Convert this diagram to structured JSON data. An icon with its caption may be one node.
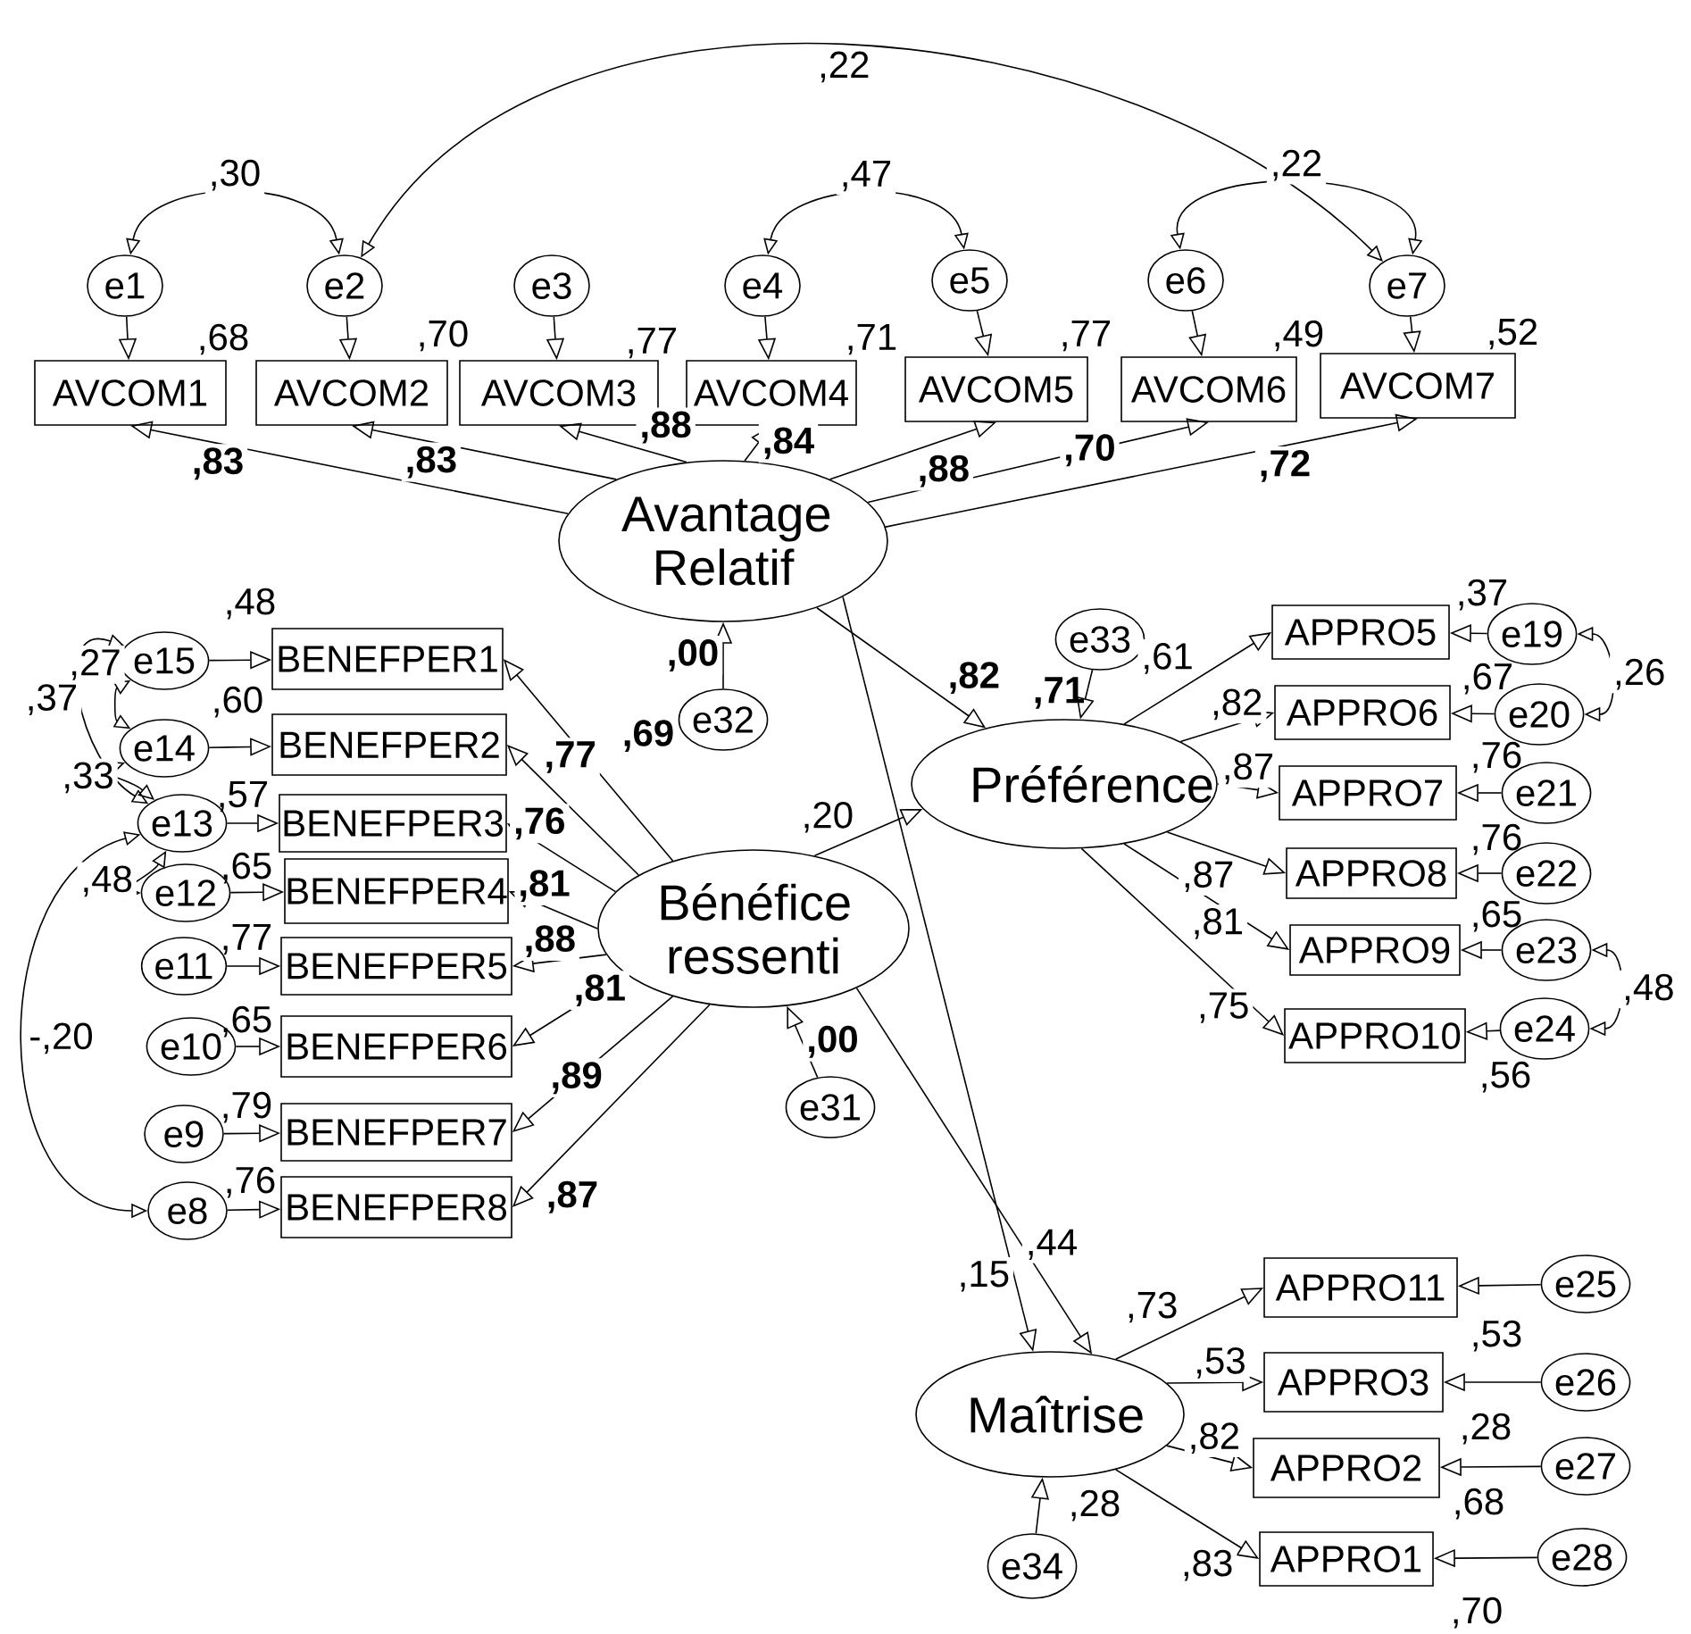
{
  "diagram": {
    "nodes": [
      {
        "text": [
          "e1"
        ]
      },
      {
        "text": [
          "e2"
        ]
      },
      {
        "text": [
          "e3"
        ]
      },
      {
        "text": [
          "e4"
        ]
      },
      {
        "text": [
          "e5"
        ]
      },
      {
        "text": [
          "e6"
        ]
      },
      {
        "text": [
          "e7"
        ]
      },
      {
        "text": [
          "AVCOM1"
        ],
        "beside": [
          ",68"
        ]
      },
      {
        "text": [
          "AVCOM2"
        ],
        "beside": [
          ",70"
        ]
      },
      {
        "text": [
          "AVCOM3"
        ],
        "beside": [
          ",77"
        ]
      },
      {
        "text": [
          "AVCOM4"
        ],
        "beside": [
          ",71"
        ]
      },
      {
        "text": [
          "AVCOM5"
        ],
        "beside": [
          ",77"
        ]
      },
      {
        "text": [
          "AVCOM6"
        ],
        "beside": [
          ",49"
        ]
      },
      {
        "text": [
          "AVCOM7"
        ],
        "beside": [
          ",52"
        ]
      },
      {
        "text": [
          "Avantage Relatif"
        ]
      },
      {
        "text": [
          "e15"
        ]
      },
      {
        "text": [
          "BENEFPER1"
        ],
        "beside": [
          ",48"
        ]
      },
      {
        "text": [
          "e14"
        ]
      },
      {
        "text": [
          "BENEFPER2"
        ],
        "beside": [
          ",60"
        ]
      },
      {
        "text": [
          "e13"
        ]
      },
      {
        "text": [
          "BENEFPER3"
        ],
        "beside": [
          ",57"
        ]
      },
      {
        "text": [
          "e12"
        ]
      },
      {
        "text": [
          "BENEFPER4"
        ],
        "beside": [
          ",65"
        ]
      },
      {
        "text": [
          "e11"
        ]
      },
      {
        "text": [
          "BENEFPER5"
        ],
        "beside": [
          ",77"
        ]
      },
      {
        "text": [
          "e10"
        ]
      },
      {
        "text": [
          "BENEFPER6"
        ],
        "beside": [
          ",65"
        ]
      },
      {
        "text": [
          "e9"
        ]
      },
      {
        "text": [
          "BENEFPER7"
        ],
        "beside": [
          ",79"
        ]
      },
      {
        "text": [
          "e8"
        ]
      },
      {
        "text": [
          "BENEFPER8"
        ],
        "beside": [
          ",76"
        ]
      },
      {
        "text": [
          "e32"
        ],
        "beside": [
          ",69"
        ]
      },
      {
        "text": [
          "e33"
        ]
      },
      {
        "text": [
          "Préférence"
        ],
        "beside": [
          ",71"
        ]
      },
      {
        "text": [
          "APPRO5"
        ],
        "beside": [
          ",37"
        ]
      },
      {
        "text": [
          "e19"
        ]
      },
      {
        "text": [
          "APPRO6"
        ],
        "beside": [
          ",67"
        ]
      },
      {
        "text": [
          "e20"
        ]
      },
      {
        "text": [
          "APPRO7"
        ],
        "beside": [
          ",76"
        ]
      },
      {
        "text": [
          "e21"
        ]
      },
      {
        "text": [
          "APPRO8"
        ],
        "beside": [
          ",76"
        ]
      },
      {
        "text": [
          "e22"
        ]
      },
      {
        "text": [
          "APPRO9"
        ],
        "beside": [
          ",65"
        ]
      },
      {
        "text": [
          "e23"
        ]
      },
      {
        "text": [
          "APPRO10"
        ],
        "beside": [
          ",56"
        ]
      },
      {
        "text": [
          "e24"
        ]
      },
      {
        "text": [
          "Bénéfice ressenti"
        ]
      },
      {
        "text": [
          "e31"
        ]
      },
      {
        "text": [
          "APPRO11"
        ],
        "beside": [
          ",53"
        ]
      },
      {
        "text": [
          "e25"
        ]
      },
      {
        "text": [
          "Maîtrise"
        ],
        "beside": [
          ",28"
        ]
      },
      {
        "text": [
          "APPRO3"
        ],
        "beside": [
          ",28"
        ]
      },
      {
        "text": [
          "e26"
        ]
      },
      {
        "text": [
          "APPRO2"
        ],
        "beside": [
          ",68"
        ]
      },
      {
        "text": [
          "e27"
        ]
      },
      {
        "text": [
          "APPRO1"
        ],
        "beside": [
          ",70"
        ]
      },
      {
        "text": [
          "e28"
        ]
      },
      {
        "text": [
          "e34"
        ]
      }
    ],
    "edges": [
      {
        "from": 14,
        "to": 7,
        "arrow": "to",
        "label": ",83"
      },
      {
        "from": 14,
        "to": 8,
        "arrow": "to",
        "label": ",83"
      },
      {
        "from": 14,
        "to": 9,
        "arrow": "to",
        "label": ",88"
      },
      {
        "from": 14,
        "to": 10,
        "arrow": "to",
        "label": ",84"
      },
      {
        "from": 14,
        "to": 11,
        "arrow": "to",
        "label": ",88"
      },
      {
        "from": 14,
        "to": 12,
        "arrow": "to",
        "label": ",70"
      },
      {
        "from": 14,
        "to": 13,
        "arrow": "to",
        "label": ",72"
      },
      {
        "from": 0,
        "to": 7,
        "arrow": "to"
      },
      {
        "from": 1,
        "to": 8,
        "arrow": "to"
      },
      {
        "from": 2,
        "to": 9,
        "arrow": "to"
      },
      {
        "from": 3,
        "to": 10,
        "arrow": "to"
      },
      {
        "from": 4,
        "to": 11,
        "arrow": "to"
      },
      {
        "from": 5,
        "to": 12,
        "arrow": "to"
      },
      {
        "from": 6,
        "to": 13,
        "arrow": "to"
      },
      {
        "from": 0,
        "to": 1,
        "arrow": "both",
        "label": ",30"
      },
      {
        "from": 3,
        "to": 4,
        "arrow": "both",
        "label": ",47"
      },
      {
        "from": 5,
        "to": 6,
        "arrow": "both",
        "label": ",22"
      },
      {
        "from": 1,
        "to": 6,
        "arrow": "both",
        "label": ",22"
      },
      {
        "from": 46,
        "to": 16,
        "arrow": "to"
      },
      {
        "from": 46,
        "to": 18,
        "arrow": "to",
        "label": ",77"
      },
      {
        "from": 46,
        "to": 20,
        "arrow": "to",
        "label": ",76"
      },
      {
        "from": 46,
        "to": 22,
        "arrow": "to",
        "label": ",81"
      },
      {
        "from": 46,
        "to": 24,
        "arrow": "to",
        "label": ",88"
      },
      {
        "from": 46,
        "to": 26,
        "arrow": "to",
        "label": ",81"
      },
      {
        "from": 46,
        "to": 28,
        "arrow": "to",
        "label": ",89"
      },
      {
        "from": 46,
        "to": 30,
        "arrow": "to",
        "label": ",87"
      },
      {
        "from": 15,
        "to": 16,
        "arrow": "to"
      },
      {
        "from": 17,
        "to": 18,
        "arrow": "to"
      },
      {
        "from": 19,
        "to": 20,
        "arrow": "to"
      },
      {
        "from": 21,
        "to": 22,
        "arrow": "to"
      },
      {
        "from": 23,
        "to": 24,
        "arrow": "to"
      },
      {
        "from": 25,
        "to": 26,
        "arrow": "to"
      },
      {
        "from": 27,
        "to": 28,
        "arrow": "to"
      },
      {
        "from": 29,
        "to": 30,
        "arrow": "to"
      },
      {
        "from": 15,
        "to": 17,
        "arrow": "both",
        "label": ",27"
      },
      {
        "from": 15,
        "to": 19,
        "arrow": "both",
        "label": ",37"
      },
      {
        "from": 17,
        "to": 19,
        "arrow": "both",
        "label": ",33"
      },
      {
        "from": 19,
        "to": 21,
        "arrow": "both",
        "label": ",48"
      },
      {
        "from": 19,
        "to": 29,
        "arrow": "both",
        "label": "-,20"
      },
      {
        "from": 31,
        "to": 14,
        "arrow": "to",
        "label": ",00"
      },
      {
        "from": 14,
        "to": 33,
        "arrow": "to",
        "label": ",82"
      },
      {
        "from": 46,
        "to": 33,
        "arrow": "to",
        "label": ",20"
      },
      {
        "from": 32,
        "to": 33,
        "arrow": "to"
      },
      {
        "from": 33,
        "to": 34,
        "arrow": "to",
        "label": ",61"
      },
      {
        "from": 33,
        "to": 36,
        "arrow": "to",
        "label": ",82"
      },
      {
        "from": 33,
        "to": 38,
        "arrow": "to",
        "label": ",87"
      },
      {
        "from": 33,
        "to": 40,
        "arrow": "to",
        "label": ",87"
      },
      {
        "from": 33,
        "to": 42,
        "arrow": "to",
        "label": ",81"
      },
      {
        "from": 33,
        "to": 44,
        "arrow": "to",
        "label": ",75"
      },
      {
        "from": 35,
        "to": 34,
        "arrow": "to"
      },
      {
        "from": 37,
        "to": 36,
        "arrow": "to"
      },
      {
        "from": 39,
        "to": 38,
        "arrow": "to"
      },
      {
        "from": 41,
        "to": 40,
        "arrow": "to"
      },
      {
        "from": 43,
        "to": 42,
        "arrow": "to"
      },
      {
        "from": 45,
        "to": 44,
        "arrow": "to"
      },
      {
        "from": 35,
        "to": 37,
        "arrow": "both",
        "label": ",26"
      },
      {
        "from": 43,
        "to": 45,
        "arrow": "both",
        "label": ",48"
      },
      {
        "from": 47,
        "to": 46,
        "arrow": "to",
        "label": ",00"
      },
      {
        "from": 14,
        "to": 50,
        "arrow": "to",
        "label": ",15"
      },
      {
        "from": 46,
        "to": 50,
        "arrow": "to",
        "label": ",44"
      },
      {
        "from": 50,
        "to": 48,
        "arrow": "to",
        "label": ",73"
      },
      {
        "from": 50,
        "to": 51,
        "arrow": "to",
        "label": ",53"
      },
      {
        "from": 50,
        "to": 53,
        "arrow": "to",
        "label": ",82"
      },
      {
        "from": 50,
        "to": 55,
        "arrow": "to",
        "label": ",83"
      },
      {
        "from": 49,
        "to": 48,
        "arrow": "to"
      },
      {
        "from": 52,
        "to": 51,
        "arrow": "to"
      },
      {
        "from": 54,
        "to": 53,
        "arrow": "to"
      },
      {
        "from": 56,
        "to": 55,
        "arrow": "to"
      },
      {
        "from": 57,
        "to": 50,
        "arrow": "to"
      }
    ]
  }
}
